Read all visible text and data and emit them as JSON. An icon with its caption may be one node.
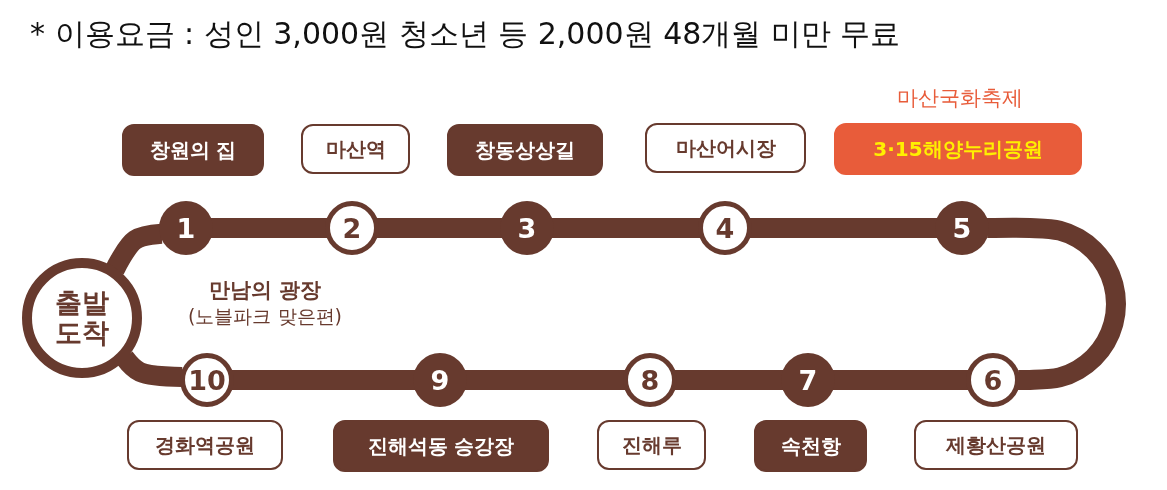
{
  "diagram": {
    "title": "* 이용요금 : 성인 3,000원 청소년 등 2,000원 48개월 미만 무료",
    "nodes": [
      {
        "text": [
          "창원의 집"
        ]
      },
      {
        "text": [
          "마산역"
        ]
      },
      {
        "text": [
          "창동상상길"
        ]
      },
      {
        "text": [
          "마산어시장"
        ]
      },
      {
        "text": [
          "3·15해양누리공원"
        ],
        "beside": [
          "마산국화축제"
        ]
      },
      {
        "text": [
          "1"
        ]
      },
      {
        "text": [
          "2"
        ]
      },
      {
        "text": [
          "3"
        ]
      },
      {
        "text": [
          "4"
        ]
      },
      {
        "text": [
          "5"
        ]
      },
      {
        "text": [
          "출발 도착"
        ],
        "beside": [
          "만남의 광장",
          "(노블파크 맞은편)"
        ]
      },
      {
        "text": [
          "10"
        ]
      },
      {
        "text": [
          "9"
        ]
      },
      {
        "text": [
          "8"
        ]
      },
      {
        "text": [
          "7"
        ]
      },
      {
        "text": [
          "6"
        ]
      },
      {
        "text": [
          "경화역공원"
        ]
      },
      {
        "text": [
          "진해석동 승강장"
        ]
      },
      {
        "text": [
          "진해루"
        ]
      },
      {
        "text": [
          "속천항"
        ]
      },
      {
        "text": [
          "제황산공원"
        ]
      }
    ],
    "edges": [
      {
        "from": 10,
        "to": 5,
        "arrow": "none"
      },
      {
        "from": 5,
        "to": 6,
        "arrow": "none"
      },
      {
        "from": 6,
        "to": 7,
        "arrow": "none"
      },
      {
        "from": 7,
        "to": 8,
        "arrow": "none"
      },
      {
        "from": 8,
        "to": 9,
        "arrow": "none"
      },
      {
        "from": 9,
        "to": 15,
        "arrow": "none"
      },
      {
        "from": 15,
        "to": 14,
        "arrow": "none"
      },
      {
        "from": 14,
        "to": 13,
        "arrow": "none"
      },
      {
        "from": 13,
        "to": 12,
        "arrow": "none"
      },
      {
        "from": 12,
        "to": 11,
        "arrow": "none"
      },
      {
        "from": 11,
        "to": 10,
        "arrow": "none"
      }
    ]
  }
}
